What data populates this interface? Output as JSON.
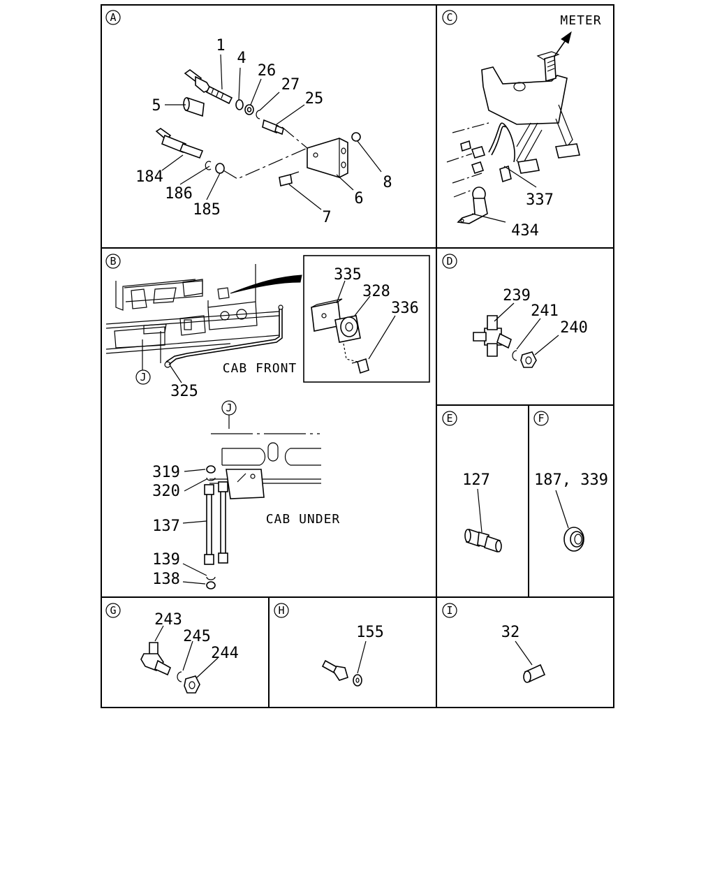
{
  "sections": [
    {
      "id": "A",
      "parts": [
        "1",
        "4",
        "26",
        "27",
        "25",
        "5",
        "184",
        "186",
        "185",
        "8",
        "6",
        "7"
      ]
    },
    {
      "id": "B",
      "parts": [
        "335",
        "328",
        "336",
        "325"
      ],
      "callouts": [
        "J",
        "CAB FRONT"
      ]
    },
    {
      "id": "C",
      "parts": [
        "337",
        "434"
      ],
      "callouts": [
        "METER"
      ]
    },
    {
      "id": "D",
      "parts": [
        "239",
        "241",
        "240"
      ]
    },
    {
      "id": "E",
      "parts": [
        "127"
      ]
    },
    {
      "id": "F",
      "parts": [
        "187, 339"
      ]
    },
    {
      "id": "J",
      "parts": [
        "319",
        "320",
        "137",
        "139",
        "138"
      ],
      "callouts": [
        "CAB UNDER"
      ]
    },
    {
      "id": "G",
      "parts": [
        "243",
        "245",
        "244"
      ]
    },
    {
      "id": "H",
      "parts": [
        "155"
      ]
    },
    {
      "id": "I",
      "parts": [
        "32"
      ]
    }
  ],
  "labels": {
    "secA": "A",
    "secB": "B",
    "secC": "C",
    "secD": "D",
    "secE": "E",
    "secF": "F",
    "secG": "G",
    "secH": "H",
    "secI": "I",
    "secJ": "J",
    "refJ": "J",
    "meter": "METER",
    "cab_front": "CAB FRONT",
    "cab_under": "CAB UNDER",
    "p1": "1",
    "p4": "4",
    "p26": "26",
    "p27": "27",
    "p25": "25",
    "p5": "5",
    "p184": "184",
    "p186": "186",
    "p185": "185",
    "p8": "8",
    "p6": "6",
    "p7": "7",
    "p337": "337",
    "p434": "434",
    "p335": "335",
    "p328": "328",
    "p336": "336",
    "p325": "325",
    "p239": "239",
    "p241": "241",
    "p240": "240",
    "p127": "127",
    "p187_339": "187, 339",
    "p319": "319",
    "p320": "320",
    "p137": "137",
    "p139": "139",
    "p138": "138",
    "p243": "243",
    "p245": "245",
    "p244": "244",
    "p155": "155",
    "p32": "32"
  }
}
